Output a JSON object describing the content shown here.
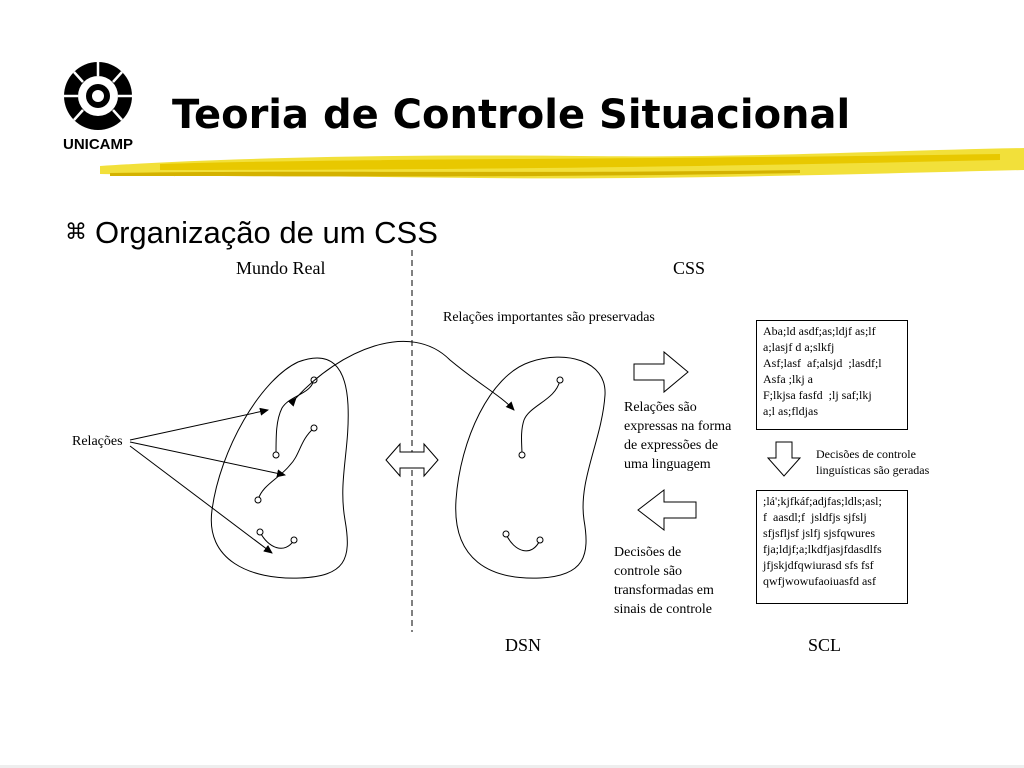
{
  "header": {
    "logo_text": "UNICAMP",
    "title": "Teoria de Controle Situacional"
  },
  "bullet": {
    "glyph": "⌘",
    "text": "Organização de um CSS"
  },
  "diagram": {
    "mundo_real": "Mundo Real",
    "css": "CSS",
    "relacoes": "Relações",
    "preservadas": "Relações importantes são preservadas",
    "expressas": [
      "Relações são",
      "expressas na forma",
      "de expressões de",
      "uma linguagem"
    ],
    "decisoes_sinais": [
      "Decisões de",
      "controle são",
      "transformadas em",
      "sinais de controle"
    ],
    "decisoes_geradas": [
      "Decisões de controle",
      "linguísticas são geradas"
    ],
    "dsn": "DSN",
    "scl": "SCL",
    "box_top": "Aba;ld asdf;as;ldjf as;lf\na;lasjf d a;slkfj\nAsf;lasf  af;alsjd  ;lasdf;l\nAsfa ;lkj a\nF;lkjsa fasfd  ;lj saf;lkj\na;l as;fldjas",
    "box_bottom": ";lá';kjfkáf;adjfas;ldls;asl;\nf  aasdl;f  jsldfjs sjfslj\nsfjsfljsf jslfj sjsfqwures\nfja;ldjf;a;lkdfjasjfdasdlfs\njfjskjdfqwiurasd sfs fsf\nqwfjwowufaoiuasfd asf"
  }
}
